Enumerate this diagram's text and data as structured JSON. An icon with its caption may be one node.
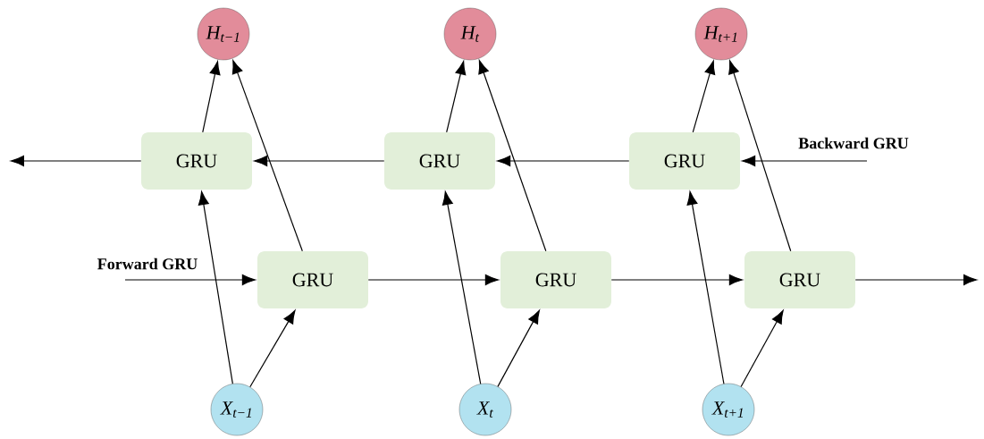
{
  "diagram": {
    "nodes": [
      {
        "text": [
          "H$_{t−1}$"
        ]
      },
      {
        "text": [
          "H$_{t}$"
        ]
      },
      {
        "text": [
          "H$_{t+1}$"
        ]
      },
      {
        "text": [
          "GRU"
        ]
      },
      {
        "text": [
          "GRU"
        ]
      },
      {
        "text": [
          "GRU"
        ]
      },
      {
        "text": [
          "GRU"
        ]
      },
      {
        "text": [
          "GRU"
        ]
      },
      {
        "text": [
          "GRU"
        ]
      },
      {
        "text": [
          "X$_{t−1}$"
        ]
      },
      {
        "text": [
          "X$_{t}$"
        ]
      },
      {
        "text": [
          "X$_{t+1}$"
        ]
      }
    ],
    "edges": [
      {
        "from": null,
        "to": 5,
        "arrow": "to",
        "label": "Backward GRU"
      },
      {
        "from": 5,
        "to": 4,
        "arrow": "to"
      },
      {
        "from": 4,
        "to": 3,
        "arrow": "to"
      },
      {
        "from": 3,
        "to": null,
        "arrow": "to"
      },
      {
        "from": null,
        "to": 6,
        "arrow": "to",
        "label": "Forward GRU"
      },
      {
        "from": 6,
        "to": 7,
        "arrow": "to"
      },
      {
        "from": 7,
        "to": 8,
        "arrow": "to"
      },
      {
        "from": 8,
        "to": null,
        "arrow": "to"
      },
      {
        "from": 9,
        "to": 3,
        "arrow": "to"
      },
      {
        "from": 9,
        "to": 6,
        "arrow": "to"
      },
      {
        "from": 3,
        "to": 0,
        "arrow": "to"
      },
      {
        "from": 6,
        "to": 0,
        "arrow": "to"
      },
      {
        "from": 10,
        "to": 4,
        "arrow": "to"
      },
      {
        "from": 10,
        "to": 7,
        "arrow": "to"
      },
      {
        "from": 4,
        "to": 1,
        "arrow": "to"
      },
      {
        "from": 7,
        "to": 1,
        "arrow": "to"
      },
      {
        "from": 11,
        "to": 5,
        "arrow": "to"
      },
      {
        "from": 11,
        "to": 8,
        "arrow": "to"
      },
      {
        "from": 5,
        "to": 2,
        "arrow": "to"
      },
      {
        "from": 8,
        "to": 2,
        "arrow": "to"
      }
    ]
  }
}
